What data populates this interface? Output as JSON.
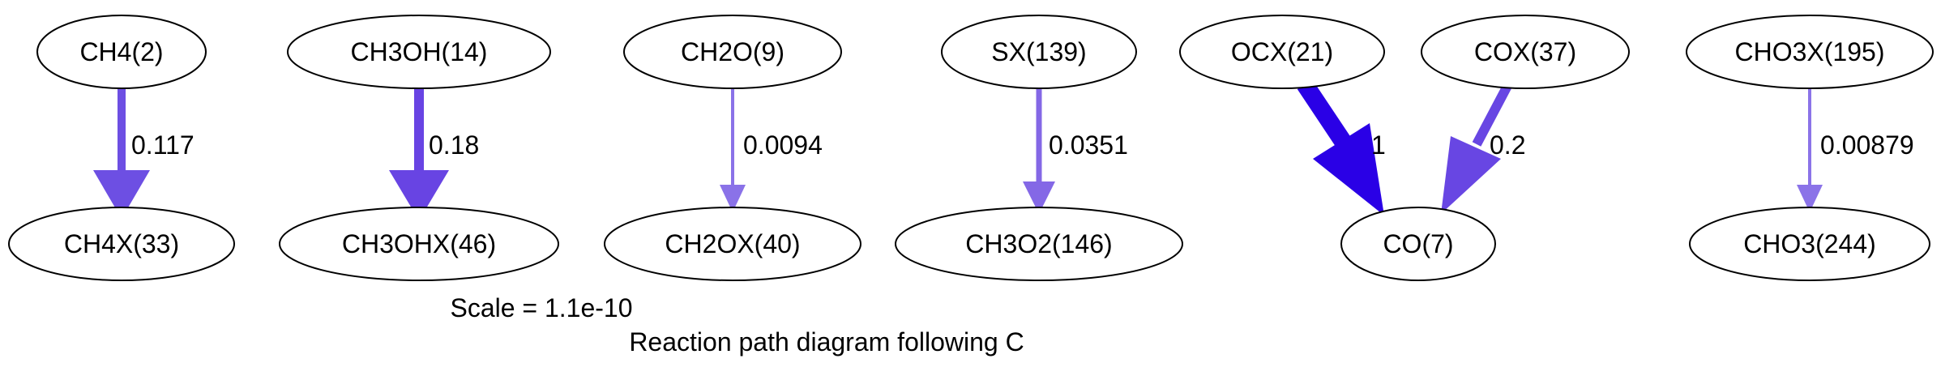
{
  "nodes": {
    "ch4": "CH4(2)",
    "ch4x": "CH4X(33)",
    "ch3oh": "CH3OH(14)",
    "ch3ohx": "CH3OHX(46)",
    "ch2o": "CH2O(9)",
    "ch2ox": "CH2OX(40)",
    "sx": "SX(139)",
    "ch3o2": "CH3O2(146)",
    "ocx": "OCX(21)",
    "cox": "COX(37)",
    "co": "CO(7)",
    "cho3x": "CHO3X(195)",
    "cho3": "CHO3(244)"
  },
  "edges": {
    "ch4_to_ch4x": {
      "label": "0.117",
      "color": "#6d4fe3"
    },
    "ch3oh_to_ch3ohx": {
      "label": "0.18",
      "color": "#6844e3"
    },
    "ch2o_to_ch2ox": {
      "label": "0.0094",
      "color": "#8a72e8"
    },
    "sx_to_ch3o2": {
      "label": "0.0351",
      "color": "#8468e6"
    },
    "ocx_to_co": {
      "label": "1",
      "color": "#2a00e6"
    },
    "cox_to_co": {
      "label": "0.2",
      "color": "#6846e3"
    },
    "cho3x_to_cho3": {
      "label": "0.00879",
      "color": "#8b73e8"
    }
  },
  "caption": {
    "scale": "Scale = 1.1e-10",
    "title": "Reaction path diagram following C"
  }
}
